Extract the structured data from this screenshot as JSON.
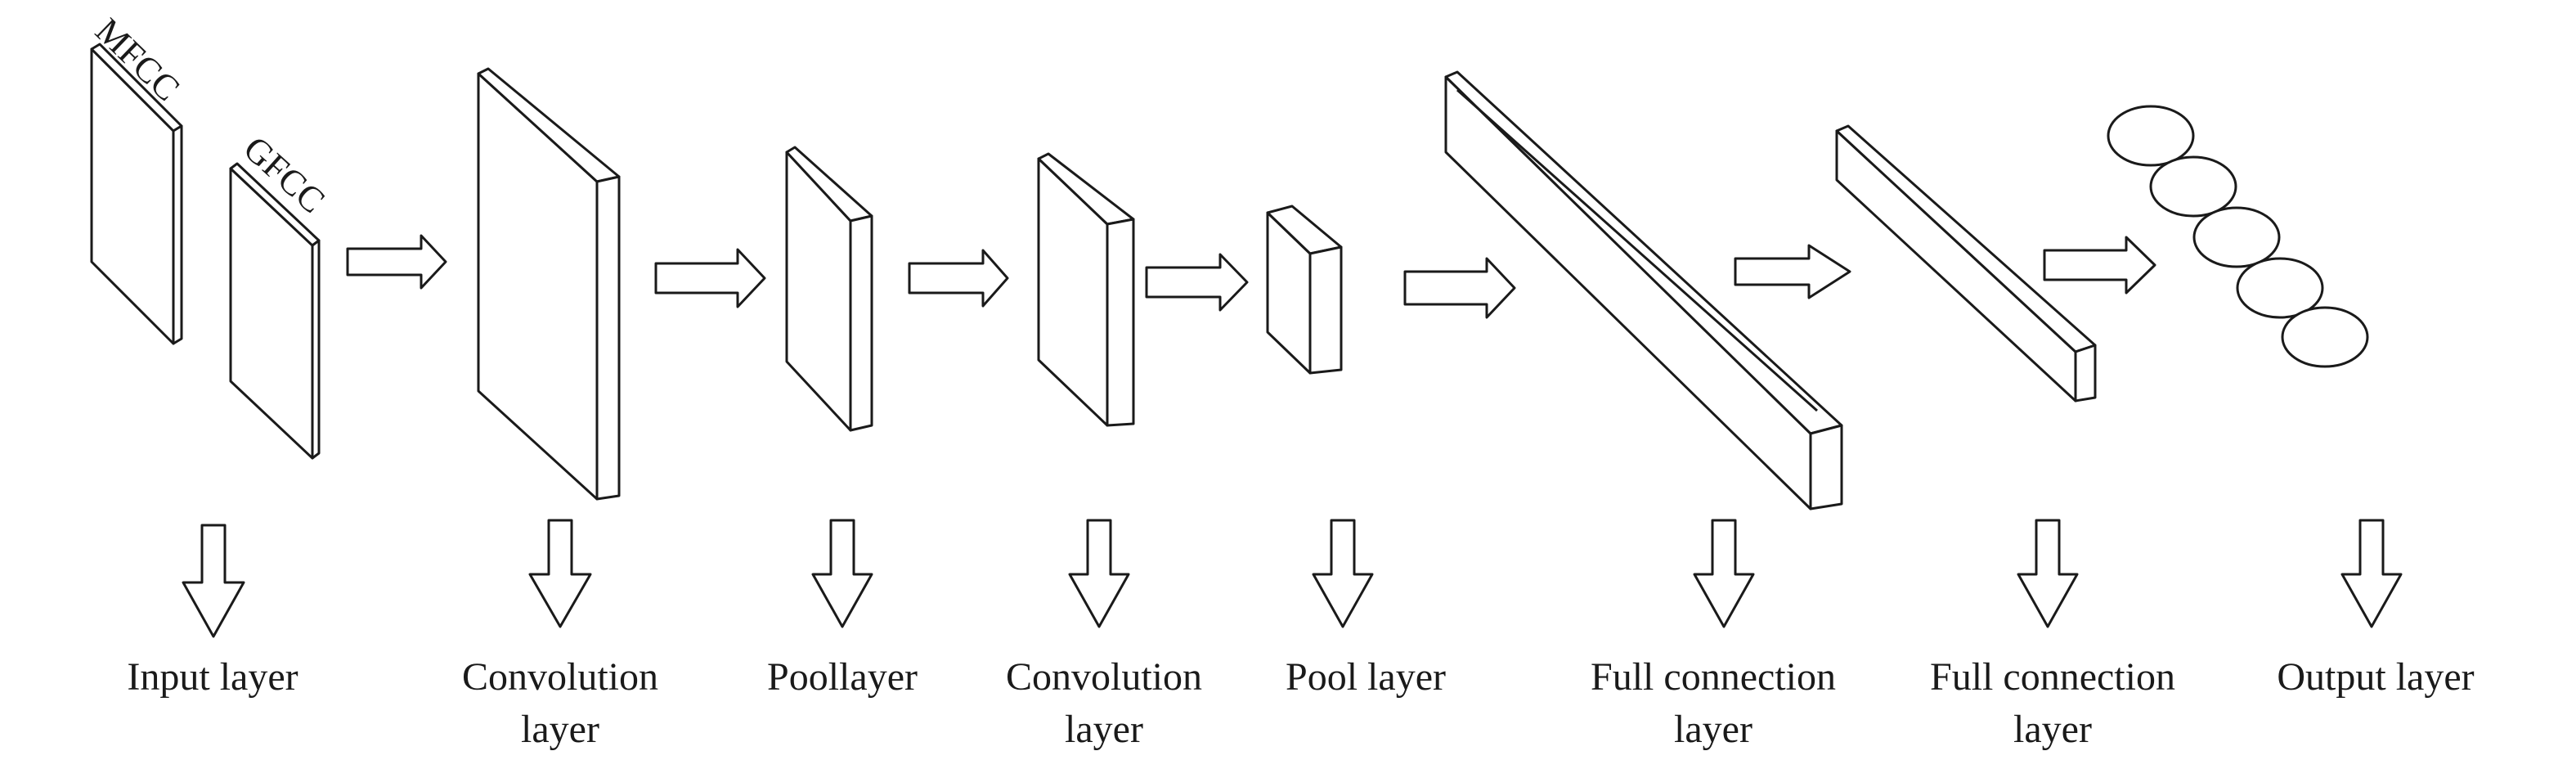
{
  "inputs": {
    "mfcc": "MFCC",
    "gfcc": "GFCC"
  },
  "labels": [
    {
      "line1": "Input layer",
      "line2": ""
    },
    {
      "line1": "Convolution",
      "line2": "layer"
    },
    {
      "line1": "Poollayer",
      "line2": ""
    },
    {
      "line1": "Convolution",
      "line2": "layer"
    },
    {
      "line1": "Pool layer",
      "line2": ""
    },
    {
      "line1": "Full connection",
      "line2": "layer"
    },
    {
      "line1": "Full connection",
      "line2": "layer"
    },
    {
      "line1": "Output layer",
      "line2": ""
    }
  ],
  "output_node_count": 5,
  "colors": {
    "stroke": "#1a1a1a",
    "fill": "#ffffff"
  }
}
